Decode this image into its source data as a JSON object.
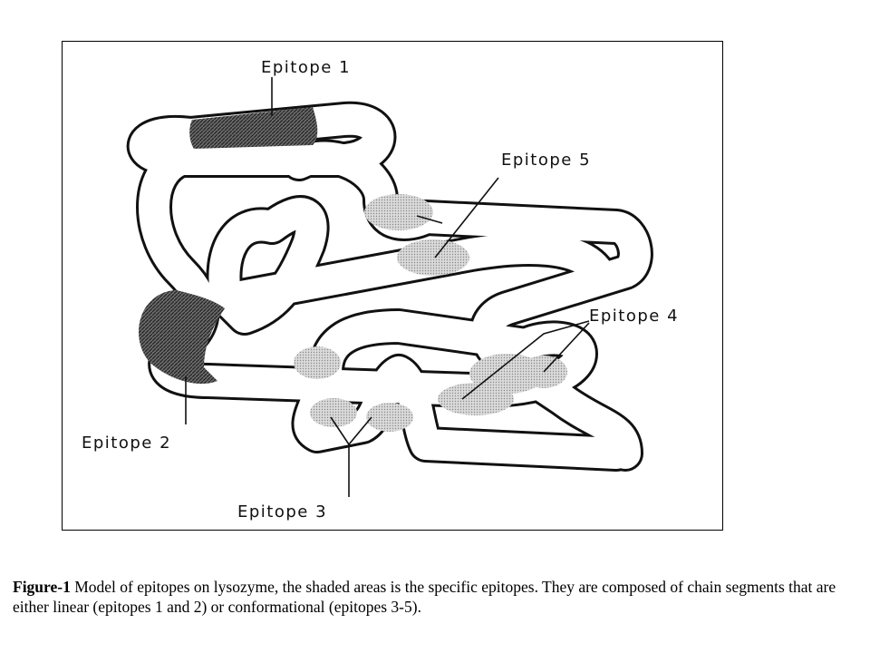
{
  "labels": {
    "epitope1": "Epitope 1",
    "epitope2": "Epitope 2",
    "epitope3": "Epitope 3",
    "epitope4": "Epitope 4",
    "epitope5": "Epitope 5"
  },
  "caption": {
    "prefix": "Figure-1",
    "text": " Model of epitopes on lysozyme, the shaded areas is the specific epitopes. They are composed of chain segments that are either linear (epitopes 1 and 2) or conformational (epitopes 3-5)."
  },
  "colors": {
    "linear_epitope": "#555555",
    "conformational_epitope": "#cfcfcf",
    "outline": "#111111"
  }
}
